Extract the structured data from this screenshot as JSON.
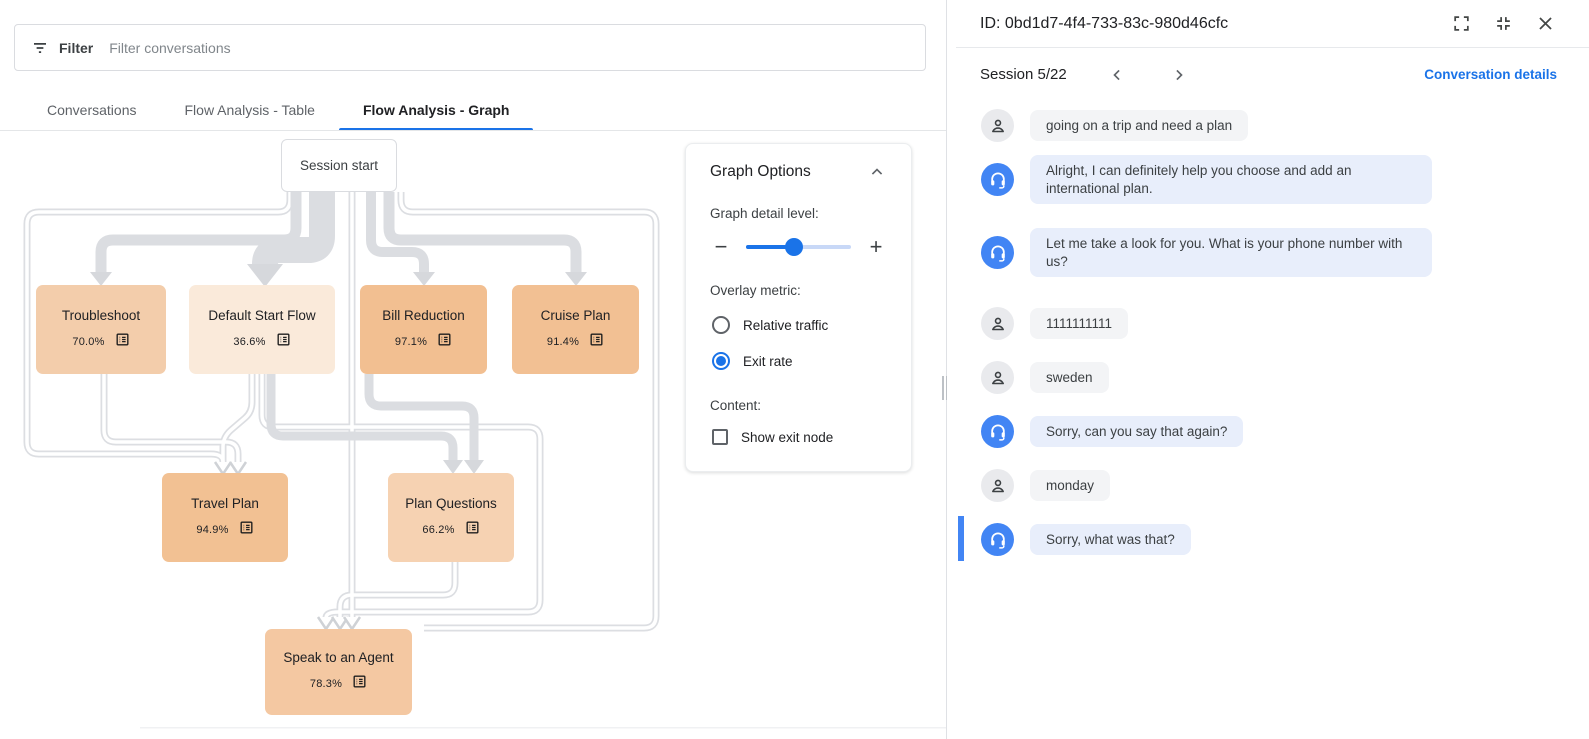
{
  "filter_bar": {
    "label": "Filter",
    "placeholder": "Filter conversations"
  },
  "tabs": [
    {
      "label": "Conversations",
      "active": false
    },
    {
      "label": "Flow Analysis - Table",
      "active": false
    },
    {
      "label": "Flow Analysis - Graph",
      "active": true
    }
  ],
  "graph": {
    "start_label": "Session start",
    "nodes": [
      {
        "label": "Troubleshoot",
        "exit_rate": "70.0%",
        "color": "#f3cdab"
      },
      {
        "label": "Default Start Flow",
        "exit_rate": "36.6%",
        "color": "#faeada"
      },
      {
        "label": "Bill Reduction",
        "exit_rate": "97.1%",
        "color": "#f2bf91"
      },
      {
        "label": "Cruise Plan",
        "exit_rate": "91.4%",
        "color": "#f2c093"
      },
      {
        "label": "Travel Plan",
        "exit_rate": "94.9%",
        "color": "#f2c193"
      },
      {
        "label": "Plan Questions",
        "exit_rate": "66.2%",
        "color": "#f6d2b2"
      },
      {
        "label": "Speak to an Agent",
        "exit_rate": "78.3%",
        "color": "#f4c8a2"
      }
    ]
  },
  "graph_options": {
    "title": "Graph Options",
    "detail_label": "Graph detail level:",
    "slider_percent": 46,
    "overlay_label": "Overlay metric:",
    "radios": [
      {
        "label": "Relative traffic",
        "selected": false
      },
      {
        "label": "Exit rate",
        "selected": true
      }
    ],
    "content_label": "Content:",
    "checkbox_label": "Show exit node",
    "checkbox_checked": false
  },
  "detail_panel": {
    "title": "ID: 0bd1d7-4f4-733-83c-980d46cfc",
    "session_label": "Session 5/22",
    "details_link": "Conversation details",
    "messages": [
      {
        "role": "user",
        "text": "going on a trip and need a plan"
      },
      {
        "role": "agent",
        "text": "Alright, I can definitely help you choose and add an international plan."
      },
      {
        "role": "agent",
        "text": "Let me take a look for you. What is your phone number with us?"
      },
      {
        "role": "user",
        "text": "1111111111"
      },
      {
        "role": "user",
        "text": "sweden"
      },
      {
        "role": "agent",
        "text": "Sorry, can you say that again?"
      },
      {
        "role": "user",
        "text": "monday"
      },
      {
        "role": "agent",
        "text": "Sorry, what was that?",
        "highlighted": true
      }
    ]
  },
  "colors": {
    "accent_blue": "#1a73e8",
    "avatar_blue": "#4285f4",
    "edge_gray": "#dbdde1"
  }
}
